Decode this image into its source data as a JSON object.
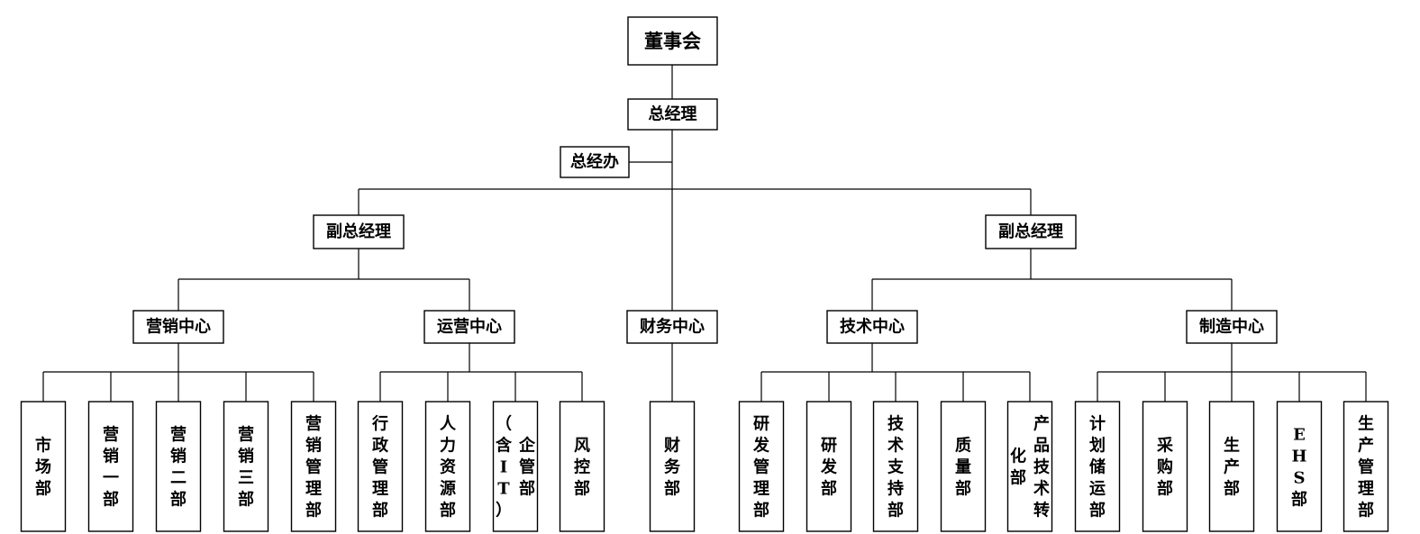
{
  "board": "董事会",
  "gm": "总经理",
  "gm_office": "总经办",
  "vp_left": "副总经理",
  "vp_right": "副总经理",
  "centers": {
    "marketing": "营销中心",
    "operations": "运营中心",
    "finance": "财务中心",
    "technology": "技术中心",
    "manufacturing": "制造中心"
  },
  "departments": {
    "marketing": [
      {
        "id": "market",
        "label": "市场部"
      },
      {
        "id": "sales1",
        "label": "营销一部"
      },
      {
        "id": "sales2",
        "label": "营销二部"
      },
      {
        "id": "sales3",
        "label": "营销三部"
      },
      {
        "id": "sales-mgmt",
        "label": "营销管理部"
      }
    ],
    "operations": [
      {
        "id": "admin",
        "label": "行政管理部"
      },
      {
        "id": "hr",
        "label": "人力资源部"
      },
      {
        "id": "enterprise-mgmt",
        "label": "企管部（含IT）"
      },
      {
        "id": "risk",
        "label": "风控部"
      }
    ],
    "finance": [
      {
        "id": "finance",
        "label": "财务部"
      }
    ],
    "technology": [
      {
        "id": "rd-mgmt",
        "label": "研发管理部"
      },
      {
        "id": "rd",
        "label": "研发部"
      },
      {
        "id": "tech-support",
        "label": "技术支持部"
      },
      {
        "id": "quality",
        "label": "质量部"
      },
      {
        "id": "productization",
        "label": "产品技术转化部"
      }
    ],
    "manufacturing": [
      {
        "id": "planning",
        "label": "计划储运部"
      },
      {
        "id": "purchasing",
        "label": "采购部"
      },
      {
        "id": "production",
        "label": "生产部"
      },
      {
        "id": "ehs",
        "label": "EHS部"
      },
      {
        "id": "production-mgmt",
        "label": "生产管理部"
      }
    ]
  }
}
